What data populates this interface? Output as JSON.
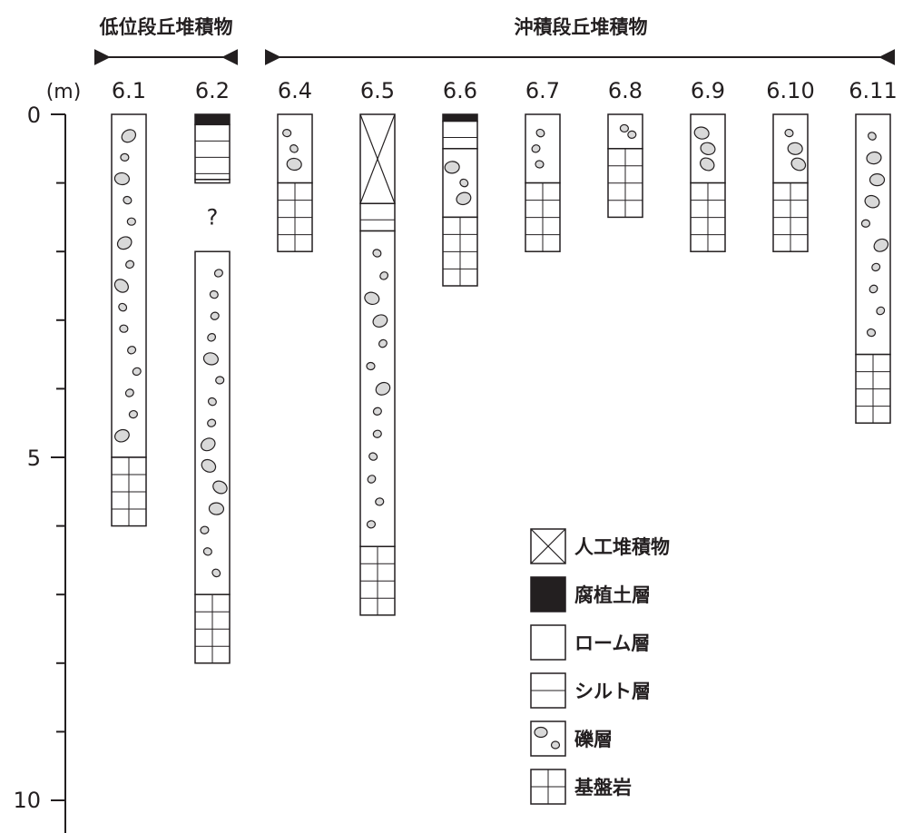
{
  "groups": {
    "lower": "低位段丘堆積物",
    "alluvial": "沖積段丘堆積物"
  },
  "axis": {
    "unit": "(m)",
    "ticks": [
      "0",
      "5",
      "10"
    ]
  },
  "columns": [
    {
      "id": "6.1",
      "label": "6.1",
      "layers": [
        {
          "type": "gravel",
          "top": 0,
          "bottom": 5.0
        },
        {
          "type": "bedrock",
          "top": 5.0,
          "bottom": 6.0
        }
      ]
    },
    {
      "id": "6.2",
      "label": "6.2",
      "note": "?",
      "layers": [
        {
          "type": "humus",
          "top": 0,
          "bottom": 0.15
        },
        {
          "type": "silt",
          "top": 0.15,
          "bottom": 0.95
        },
        {
          "type": "silt",
          "top": 0.95,
          "bottom": 1.0
        },
        {
          "type": "gravel",
          "top": 2.0,
          "bottom": 7.0
        },
        {
          "type": "bedrock",
          "top": 7.0,
          "bottom": 8.0
        }
      ]
    },
    {
      "id": "6.4",
      "label": "6.4",
      "layers": [
        {
          "type": "gravel",
          "top": 0,
          "bottom": 1.0
        },
        {
          "type": "bedrock",
          "top": 1.0,
          "bottom": 2.0
        }
      ]
    },
    {
      "id": "6.5",
      "label": "6.5",
      "layers": [
        {
          "type": "artificial",
          "top": 0,
          "bottom": 1.3
        },
        {
          "type": "silt",
          "top": 1.3,
          "bottom": 1.7
        },
        {
          "type": "gravel",
          "top": 1.7,
          "bottom": 6.3
        },
        {
          "type": "bedrock",
          "top": 6.3,
          "bottom": 7.3
        }
      ]
    },
    {
      "id": "6.6",
      "label": "6.6",
      "layers": [
        {
          "type": "humus",
          "top": 0,
          "bottom": 0.1
        },
        {
          "type": "silt",
          "top": 0.1,
          "bottom": 0.5
        },
        {
          "type": "gravel",
          "top": 0.5,
          "bottom": 1.5
        },
        {
          "type": "bedrock",
          "top": 1.5,
          "bottom": 2.5
        }
      ]
    },
    {
      "id": "6.7",
      "label": "6.7",
      "layers": [
        {
          "type": "gravel",
          "top": 0,
          "bottom": 1.0
        },
        {
          "type": "bedrock",
          "top": 1.0,
          "bottom": 2.0
        }
      ]
    },
    {
      "id": "6.8",
      "label": "6.8",
      "layers": [
        {
          "type": "gravel",
          "top": 0,
          "bottom": 0.5
        },
        {
          "type": "bedrock",
          "top": 0.5,
          "bottom": 1.5
        }
      ]
    },
    {
      "id": "6.9",
      "label": "6.9",
      "layers": [
        {
          "type": "gravel",
          "top": 0,
          "bottom": 1.0
        },
        {
          "type": "bedrock",
          "top": 1.0,
          "bottom": 2.0
        }
      ]
    },
    {
      "id": "6.10",
      "label": "6.10",
      "layers": [
        {
          "type": "gravel",
          "top": 0,
          "bottom": 1.0
        },
        {
          "type": "bedrock",
          "top": 1.0,
          "bottom": 2.0
        }
      ]
    },
    {
      "id": "6.11",
      "label": "6.11",
      "layers": [
        {
          "type": "gravel",
          "top": 0,
          "bottom": 3.5
        },
        {
          "type": "bedrock",
          "top": 3.5,
          "bottom": 4.5
        }
      ]
    }
  ],
  "legend": [
    {
      "type": "artificial",
      "label": "人工堆積物"
    },
    {
      "type": "humus",
      "label": "腐植土層"
    },
    {
      "type": "loam",
      "label": "ローム層"
    },
    {
      "type": "silt",
      "label": "シルト層"
    },
    {
      "type": "gravel",
      "label": "礫層"
    },
    {
      "type": "bedrock",
      "label": "基盤岩"
    }
  ],
  "colors": {
    "ink": "#231f20",
    "clast_fill": "#d9d9d9",
    "humus": "#231f20",
    "background": "#ffffff"
  }
}
